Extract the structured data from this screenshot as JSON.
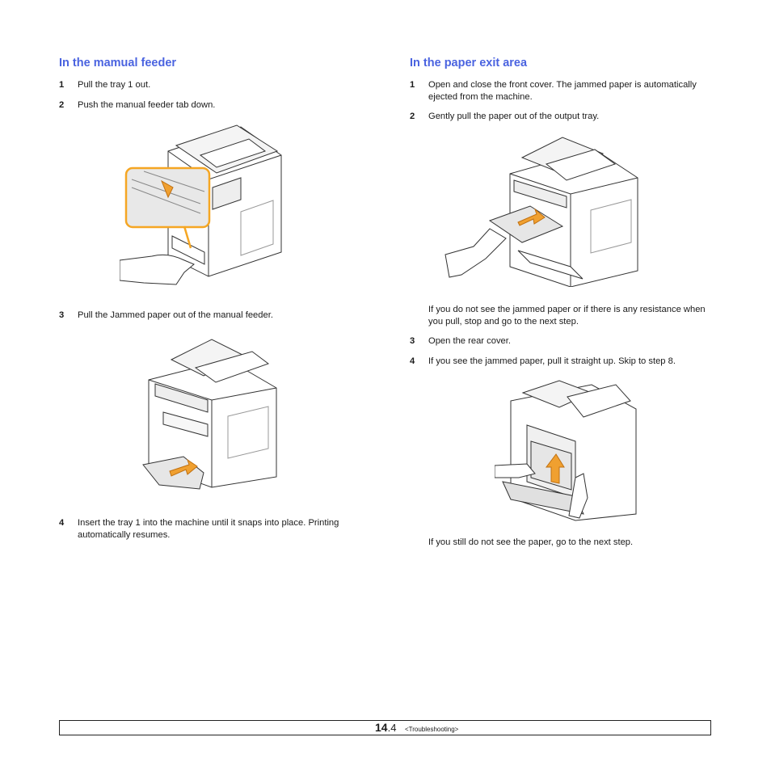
{
  "left": {
    "heading": "In the mamual feeder",
    "steps": [
      {
        "num": "1",
        "text": "Pull the tray 1 out."
      },
      {
        "num": "2",
        "text": "Push the manual feeder tab down."
      },
      {
        "num": "3",
        "text": "Pull the Jammed paper out of the manual feeder."
      },
      {
        "num": "4",
        "text": "Insert the tray 1 into the machine until it snaps into place. Printing automatically resumes."
      }
    ]
  },
  "right": {
    "heading": "In the paper exit area",
    "steps": [
      {
        "num": "1",
        "text": "Open and close the front cover. The jammed paper is automatically ejected from the machine."
      },
      {
        "num": "2",
        "text": "Gently pull the paper out of the output tray."
      },
      {
        "num": "3",
        "text": "Open the rear cover."
      },
      {
        "num": "4",
        "text": "If you see the jammed paper, pull it straight up. Skip to step 8."
      }
    ],
    "note1": "If you do not see the jammed paper or if there is any resistance when you pull, stop and go to the next step.",
    "note2": "If you still do not see the paper, go to the next step."
  },
  "footer": {
    "page_major": "14",
    "page_minor": ".4",
    "chapter": "<Troubleshooting>"
  },
  "colors": {
    "heading": "#4a63e0",
    "arrow": "#f0a030",
    "highlight": "#f5a623"
  }
}
